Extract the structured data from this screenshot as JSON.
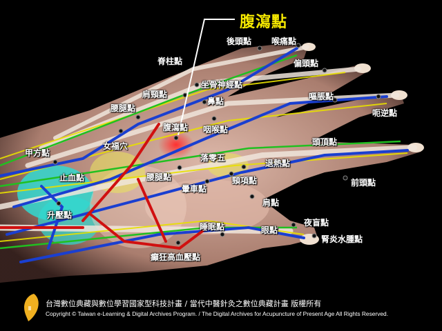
{
  "title": "腹瀉點",
  "points": {
    "houtou": "後頭點",
    "houtong": "喉痛點",
    "piantou": "偏頭點",
    "jizhu": "脊柱點",
    "zuogu": "坐骨神經點",
    "jianjing": "肩頸點",
    "bi": "鼻點",
    "yaotui": "腰腿點",
    "fuxie": "腹瀉點",
    "yanhou": "咽喉點",
    "outzhang": "嘔脹點",
    "enni": "呃逆點",
    "tou_ding": "頭頂點",
    "nvfu": "女福穴",
    "jiafang": "甲方點",
    "zhixue": "止血點",
    "shengya": "升壓點",
    "yaotui2": "腰腿點",
    "luoling5": "落零五",
    "tuire": "退熱點",
    "jingxiang": "頸項點",
    "yunche": "暈車點",
    "qiantou": "前頭點",
    "jian": "肩點",
    "shuimian": "睡眠點",
    "yan": "眼點",
    "yemang": "夜盲點",
    "shenyan": "腎炎水腫點",
    "diankuang": "癲狂高血壓點"
  },
  "footer": {
    "cn": "台灣數位典藏與數位學習國家型科技計畫 / 當代中醫針灸之數位典藏計畫  版權所有",
    "en": "Copyright © Taiwan e-Learning & Digital Archives Program. / The Digital Archives for Acupuncture of Present Age All Rights Reserved."
  },
  "colors": {
    "title": "#f5e800",
    "artery": "#d01010",
    "vein": "#1a3fd0",
    "nerve": "#e8e000",
    "tendon": "#e8d8c8",
    "marker": "#c81818"
  },
  "icons": {
    "logo": "taiwan-map-logo-icon"
  }
}
